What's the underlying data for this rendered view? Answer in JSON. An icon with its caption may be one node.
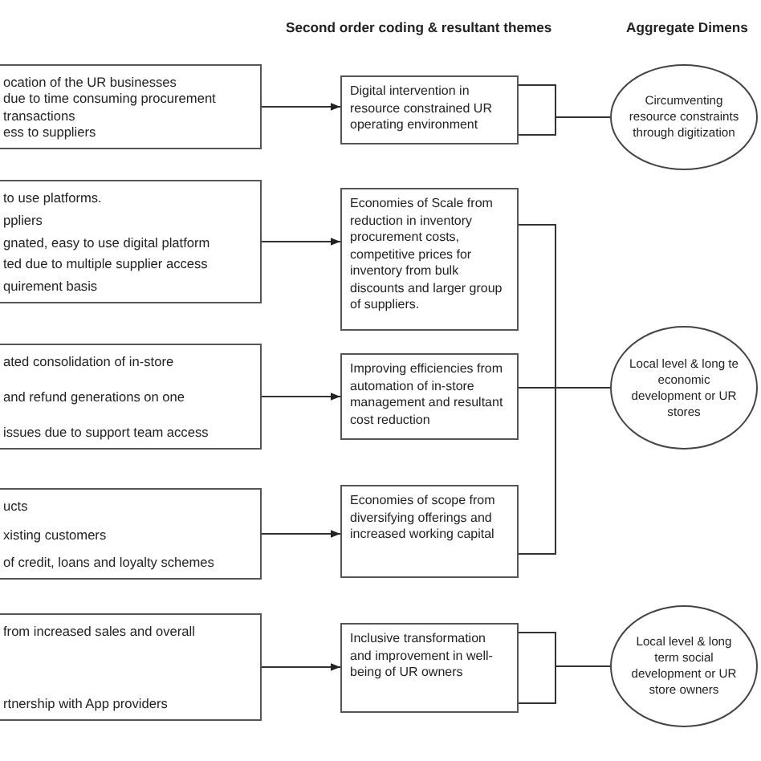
{
  "diagram": {
    "nodes": [
      {
        "text": [
          "ocation of the UR businesses",
          "due to time consuming procurement",
          "transactions",
          "ess to suppliers"
        ]
      },
      {
        "text": [
          "to use platforms.",
          "ppliers",
          "gnated, easy to use digital platform",
          "ted due to multiple supplier access",
          "quirement basis"
        ]
      },
      {
        "text": [
          "ated consolidation of in-store",
          "and refund generations on one",
          "issues due to support team access"
        ]
      },
      {
        "text": [
          "ucts",
          "xisting customers",
          "of credit, loans and loyalty schemes"
        ]
      },
      {
        "text": [
          "from increased sales and overall",
          "rtnership with App providers"
        ]
      },
      {
        "text": [
          "Digital intervention in resource constrained UR operating environment"
        ]
      },
      {
        "text": [
          "Economies of Scale from reduction in inventory procurement costs, competitive prices for inventory from bulk discounts and larger group of suppliers."
        ]
      },
      {
        "text": [
          "Improving efficiencies from automation of in-store management and resultant cost reduction"
        ]
      },
      {
        "text": [
          "Economies of scope from diversifying offerings and increased working capital"
        ]
      },
      {
        "text": [
          "Inclusive transformation and improvement in well-being of UR owners"
        ]
      },
      {
        "text": [
          "Circumventing resource constraints through digitization"
        ]
      },
      {
        "text": [
          "Local level & long te economic development or UR stores"
        ]
      },
      {
        "text": [
          "Local level & long term social development or UR store owners"
        ]
      }
    ],
    "edges": [
      {
        "from": 0,
        "to": 5,
        "arrow": "to"
      },
      {
        "from": 1,
        "to": 6,
        "arrow": "to"
      },
      {
        "from": 2,
        "to": 7,
        "arrow": "to"
      },
      {
        "from": 3,
        "to": 8,
        "arrow": "to"
      },
      {
        "from": 4,
        "to": 9,
        "arrow": "to"
      },
      {
        "from": 5,
        "to": 10,
        "arrow": "none"
      },
      {
        "from": 6,
        "to": 11,
        "arrow": "none"
      },
      {
        "from": 7,
        "to": 11,
        "arrow": "none"
      },
      {
        "from": 8,
        "to": 11,
        "arrow": "none"
      },
      {
        "from": 9,
        "to": 12,
        "arrow": "none"
      }
    ],
    "labels": [
      "Second order coding & resultant themes",
      "Aggregate Dimens"
    ]
  }
}
